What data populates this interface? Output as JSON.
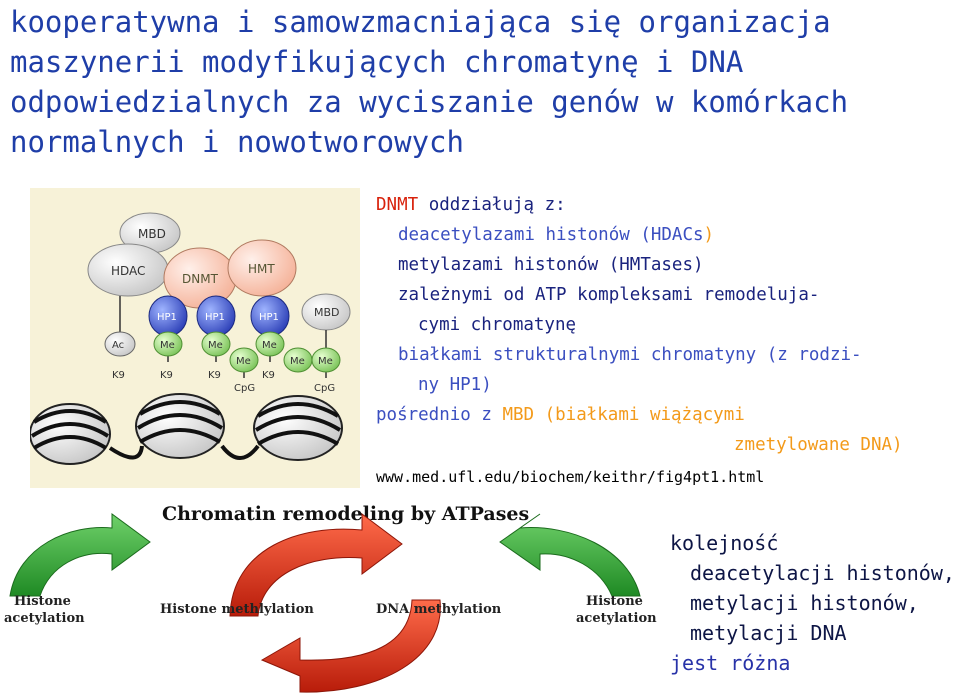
{
  "title": {
    "line1": "kooperatywna i samowzmacniająca się organizacja",
    "line2": "maszynerii modyfikujących chromatynę i DNA",
    "line3": "odpowiedzialnych za wyciszanie genów w komórkach",
    "line4": "normalnych i nowotworowych"
  },
  "panel": {
    "dnmt": "DNMT",
    "interact": " oddziałują z:",
    "item1": "deacetylazami histonów (HDACs",
    "item1_close": ")",
    "item2": "metylazami histonów (HMTases)",
    "item3a": "zależnymi od ATP kompleksami remodeluja-",
    "item3b": "cymi chromatynę",
    "item4a": "białkami strukturalnymi chromatyny (z rodzi-",
    "item4b": "ny HP1)",
    "indirect_prefix": "pośrednio z ",
    "indirect_mbd": "MBD (białkami wiążącymi",
    "indirect_end": "zmetylowane DNA)",
    "url": "www.med.ufl.edu/biochem/keithr/fig4pt1.html"
  },
  "figure": {
    "mbd_top": "MBD",
    "hdac": "HDAC",
    "dnmt": "DNMT",
    "hmt": "HMT",
    "hp1_labels": [
      "HP1",
      "HP1",
      "HP1"
    ],
    "mbd_right": "MBD",
    "ac": "Ac",
    "me_labels": [
      "Me",
      "Me",
      "Me",
      "Me",
      "Me",
      "Me"
    ],
    "k9_labels": [
      "K9",
      "K9",
      "K9",
      "K9"
    ],
    "cpg_labels": [
      "CpG",
      "CpG"
    ]
  },
  "cycle": {
    "heading": "Chromatin remodeling by ATPases",
    "left_acetylation_1": "Histone",
    "left_acetylation_2": "acetylation",
    "methylation": "Histone methlylation",
    "dna_methylation": "DNA methylation",
    "right_acetylation_1": "Histone",
    "right_acetylation_2": "acetylation"
  },
  "order": {
    "heading": "kolejność",
    "line1": "deacetylacji histonów,",
    "line2": "metylacji histonów,",
    "line3": "metylacji DNA",
    "footer": "jest różna"
  },
  "colors": {
    "title": "#1f3ea8",
    "dnmt": "#d8220c",
    "orange": "#f39a1a",
    "green_arrow": "#33a02c",
    "red_arrow": "#d7301f",
    "hp1": "#3b54c9",
    "me": "#9fd17a"
  }
}
